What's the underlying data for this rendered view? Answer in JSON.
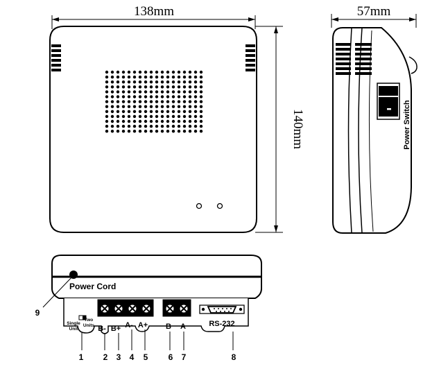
{
  "dimensions": {
    "width": "138mm",
    "depth": "57mm",
    "height": "140mm"
  },
  "labels": {
    "power_switch": "Power Switch",
    "power_cord": "Power Cord",
    "single_unit": [
      "Single",
      "Unit"
    ],
    "two_units": [
      "Two",
      "Units"
    ],
    "rs232": "RS-232"
  },
  "terminals": {
    "left": [
      "B-",
      "B+",
      "A-",
      "A+"
    ],
    "right": [
      "B",
      "A"
    ]
  },
  "callouts": [
    "1",
    "2",
    "3",
    "4",
    "5",
    "6",
    "7",
    "8",
    "9"
  ],
  "speaker_grille": {
    "rows": 13,
    "cols": 18
  }
}
